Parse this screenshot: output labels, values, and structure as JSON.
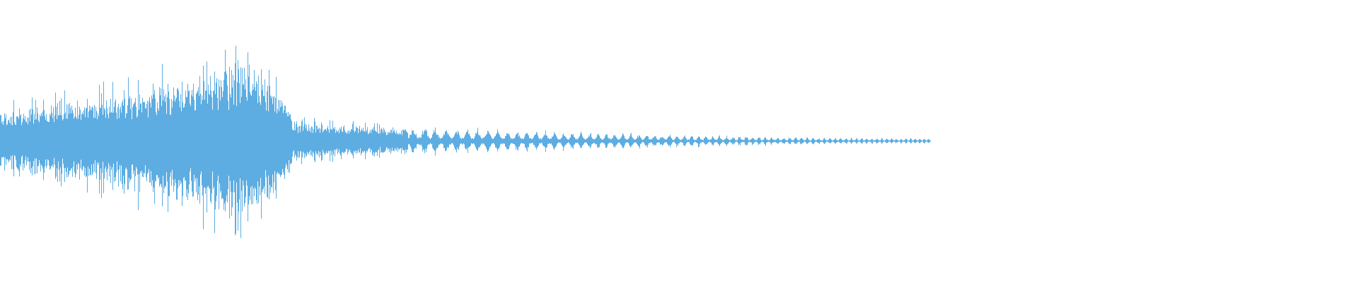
{
  "waveform": {
    "color": "#5dade2",
    "background": "#ffffff",
    "profile": {
      "sound_end_fraction": 0.685,
      "peak_fraction": 0.185,
      "burst_end_fraction": 0.215,
      "pulse_start_fraction": 0.3,
      "onset_level": 0.38,
      "peak_level": 1.0,
      "tail_start_level": 0.23,
      "tail_end_level": 0.03
    }
  }
}
